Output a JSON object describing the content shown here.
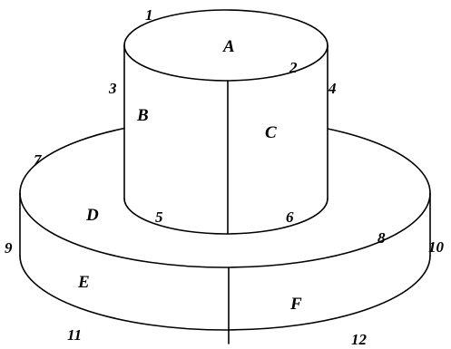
{
  "diagram": {
    "face_labels": {
      "a": "A",
      "b": "B",
      "c": "C",
      "d": "D",
      "e": "E",
      "f": "F"
    },
    "edge_labels": {
      "e1": "1",
      "e2": "2",
      "e3": "3",
      "e4": "4",
      "e5": "5",
      "e6": "6",
      "e7": "7",
      "e8": "8",
      "e9": "9",
      "e10": "10",
      "e11": "11",
      "e12": "12"
    },
    "colors": {
      "line": "#000000",
      "background": "#ffffff"
    }
  }
}
